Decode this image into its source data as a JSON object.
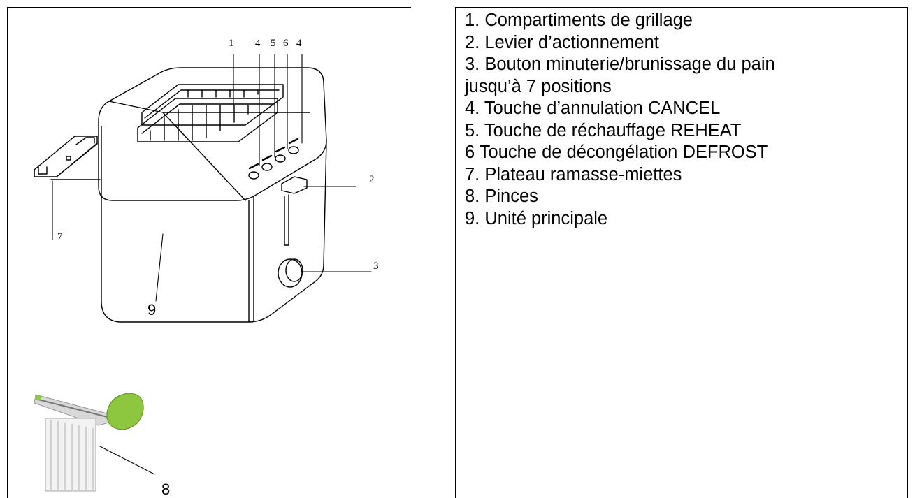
{
  "parts": [
    "1. Compartiments de grillage",
    "2. Levier d’actionnement",
    "3. Bouton minuterie/brunissage du pain",
    "jusqu’à 7 positions",
    "4. Touche d’annulation CANCEL",
    "5. Touche de réchauffage REHEAT",
    "6 Touche de décongélation DEFROST",
    "7. Plateau ramasse-miettes",
    "8. Pinces",
    "9. Unité principale"
  ],
  "callouts": {
    "c1": "1",
    "c4a": "4",
    "c5": "5",
    "c6": "6",
    "c4b": "4",
    "c2": "2",
    "c3": "3",
    "c7": "7",
    "c9": "9",
    "c8": "8"
  },
  "colors": {
    "tong_head": "#8dc63f",
    "line": "#000000"
  }
}
